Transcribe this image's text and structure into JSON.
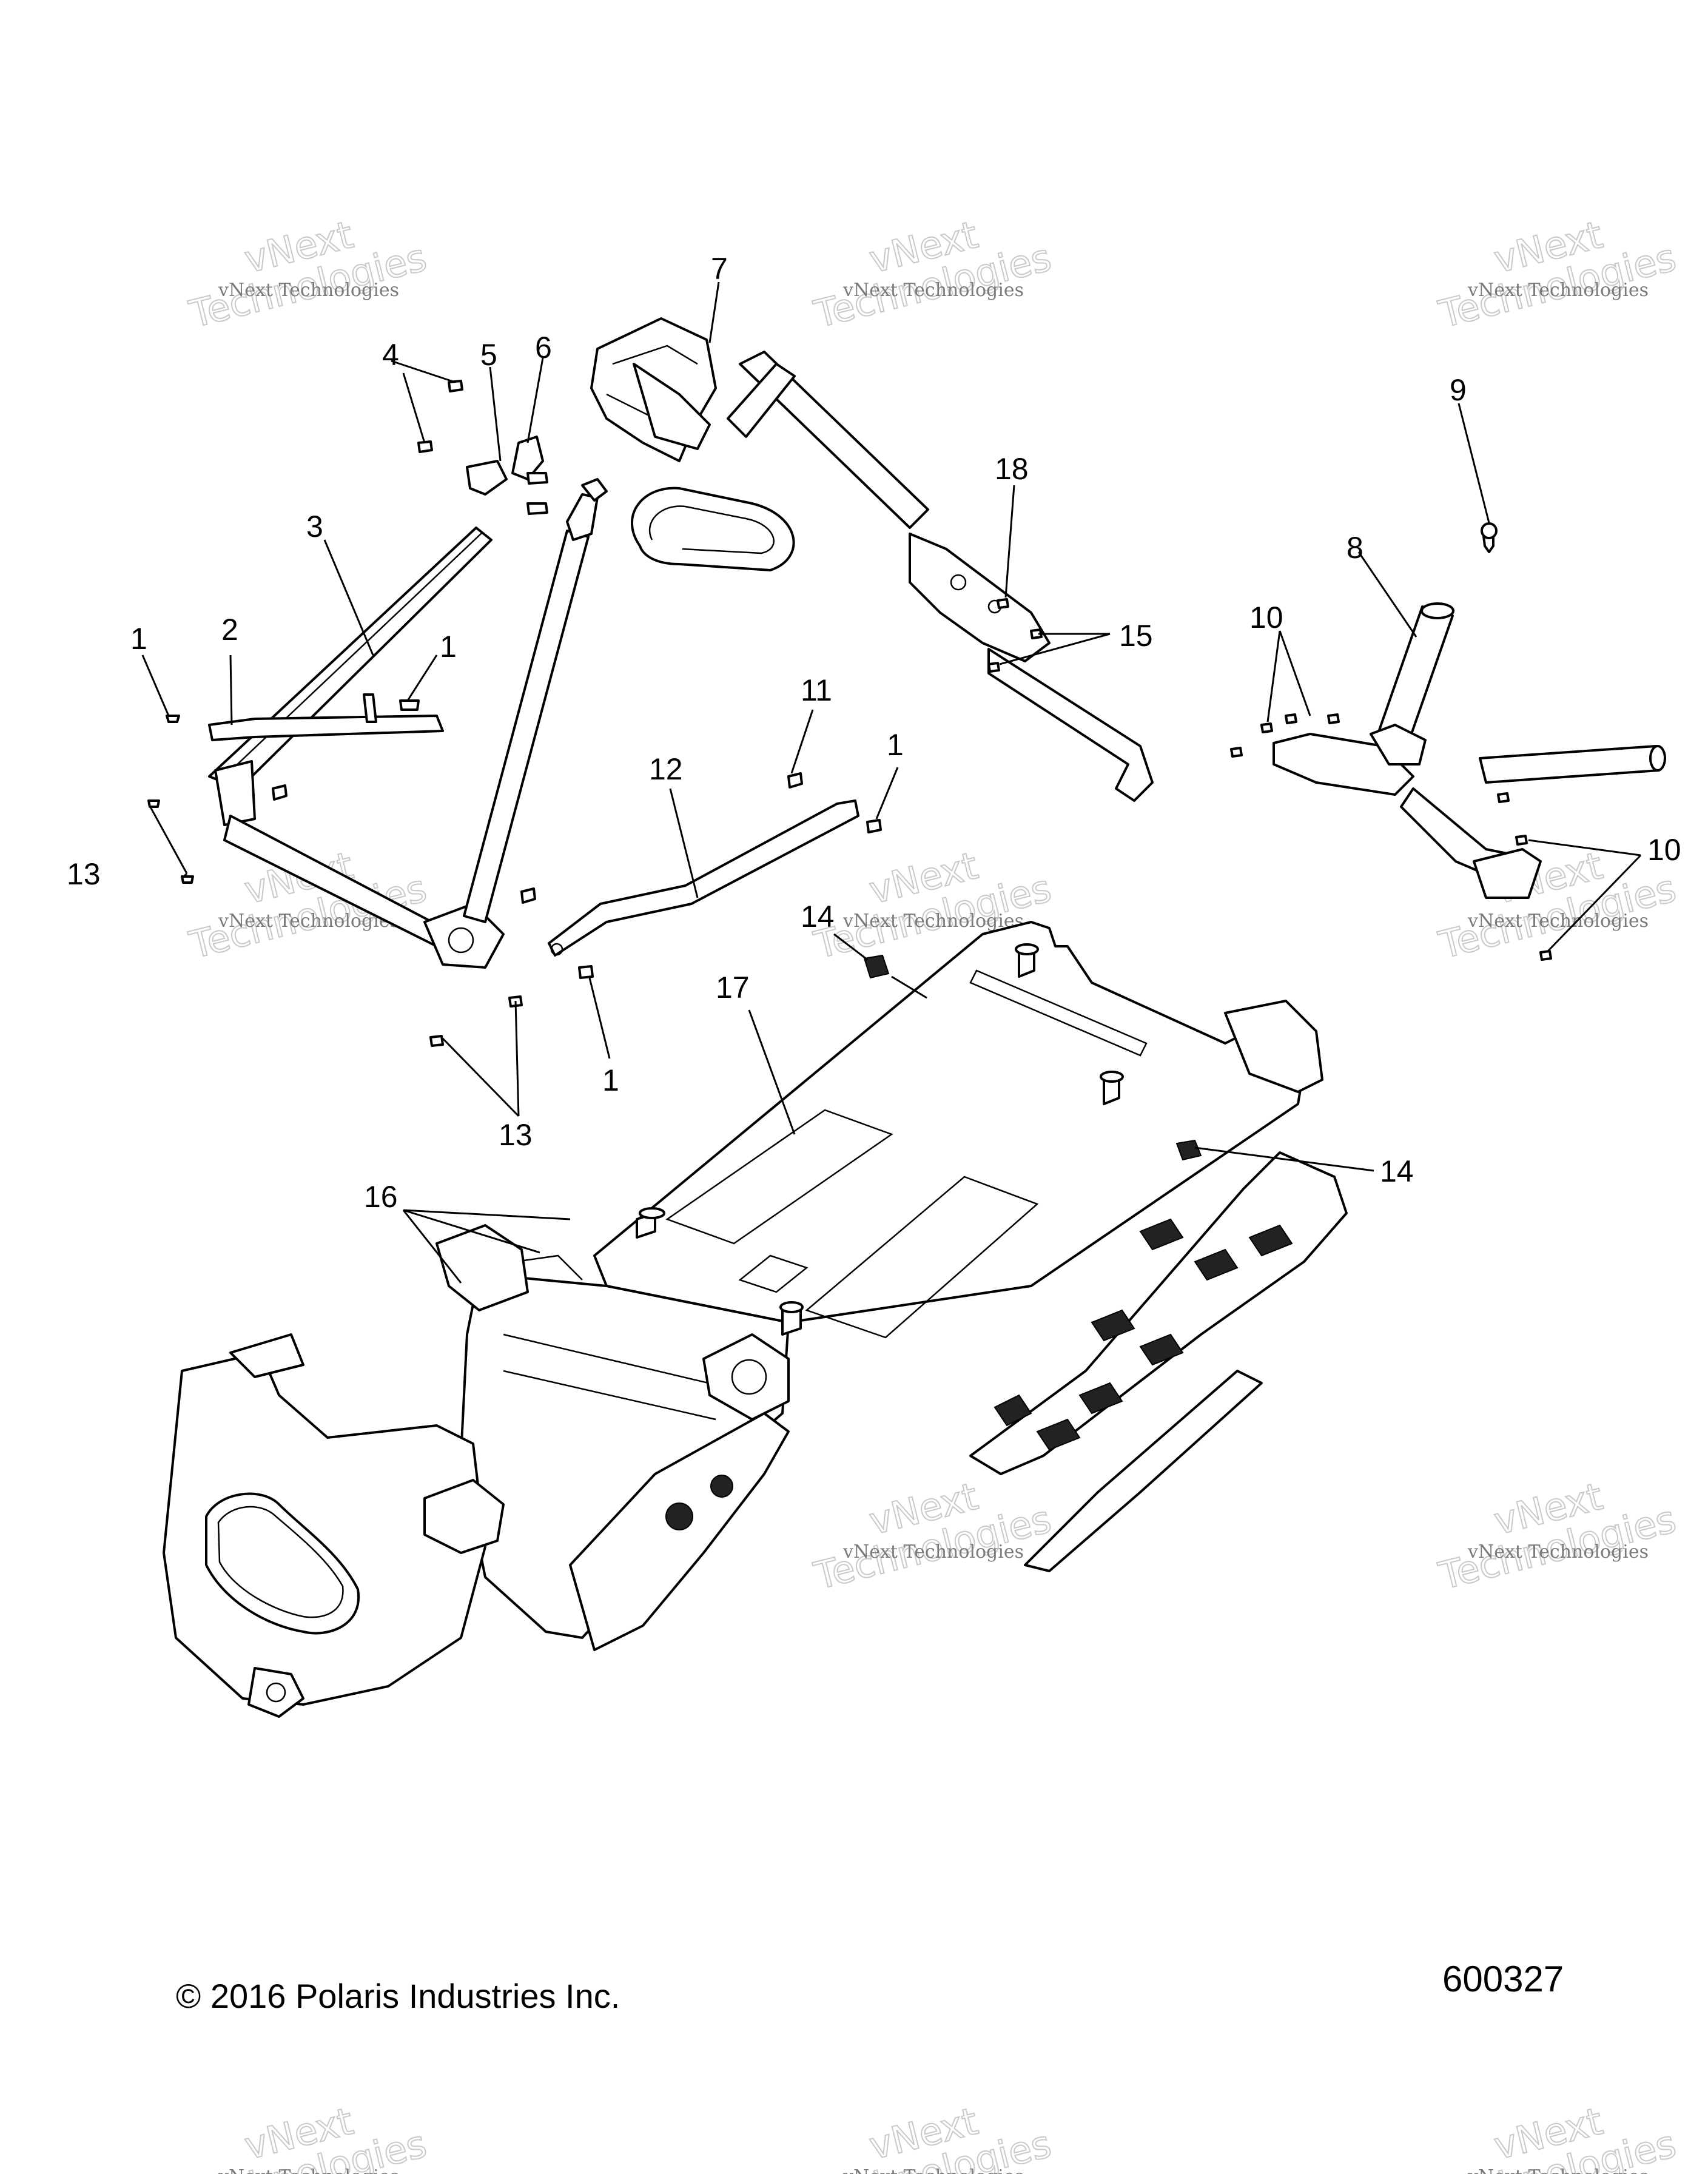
{
  "diagram": {
    "callouts": [
      {
        "id": "c1a",
        "text": "1"
      },
      {
        "id": "c2",
        "text": "2"
      },
      {
        "id": "c3",
        "text": "3"
      },
      {
        "id": "c1b",
        "text": "1"
      },
      {
        "id": "c4",
        "text": "4"
      },
      {
        "id": "c5",
        "text": "5"
      },
      {
        "id": "c6",
        "text": "6"
      },
      {
        "id": "c7",
        "text": "7"
      },
      {
        "id": "c18",
        "text": "18"
      },
      {
        "id": "c15",
        "text": "15"
      },
      {
        "id": "c9",
        "text": "9"
      },
      {
        "id": "c8",
        "text": "8"
      },
      {
        "id": "c10a",
        "text": "10"
      },
      {
        "id": "c10b",
        "text": "10"
      },
      {
        "id": "c11",
        "text": "11"
      },
      {
        "id": "c12",
        "text": "12"
      },
      {
        "id": "c1c",
        "text": "1"
      },
      {
        "id": "c13a",
        "text": "13"
      },
      {
        "id": "c13b",
        "text": "13"
      },
      {
        "id": "c1d",
        "text": "1"
      },
      {
        "id": "c14a",
        "text": "14"
      },
      {
        "id": "c17",
        "text": "17"
      },
      {
        "id": "c14b",
        "text": "14"
      },
      {
        "id": "c16",
        "text": "16"
      }
    ]
  },
  "watermark": {
    "brand_small": "vNext Technologies",
    "brand_large_top": "vNext",
    "brand_large_bottom": "Technologies"
  },
  "footer": {
    "copyright": "© 2016 Polaris Industries Inc.",
    "figure_number": "600327"
  }
}
